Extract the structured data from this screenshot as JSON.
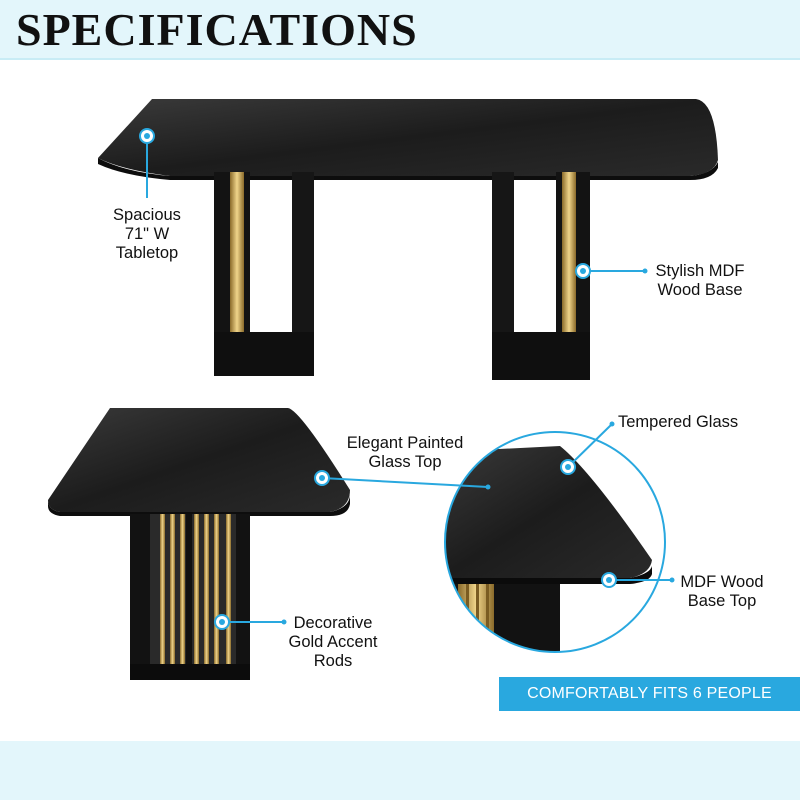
{
  "header": {
    "title": "SPECIFICATIONS"
  },
  "colors": {
    "accent": "#29a8df",
    "header_bg": "#e3f6fb",
    "table": "#111111",
    "gold": "#c9a24a"
  },
  "callouts": {
    "tabletop": [
      "Spacious",
      "71\" W",
      "Tabletop"
    ],
    "base": [
      "Stylish MDF",
      "Wood Base"
    ],
    "painted_glass": [
      "Elegant Painted",
      "Glass Top"
    ],
    "tempered_glass": [
      "Tempered Glass"
    ],
    "base_top": [
      "MDF Wood",
      "Base Top"
    ],
    "gold_rods": [
      "Decorative",
      "Gold Accent",
      "Rods"
    ]
  },
  "banner": {
    "text": "COMFORTABLY FITS 6 PEOPLE"
  }
}
